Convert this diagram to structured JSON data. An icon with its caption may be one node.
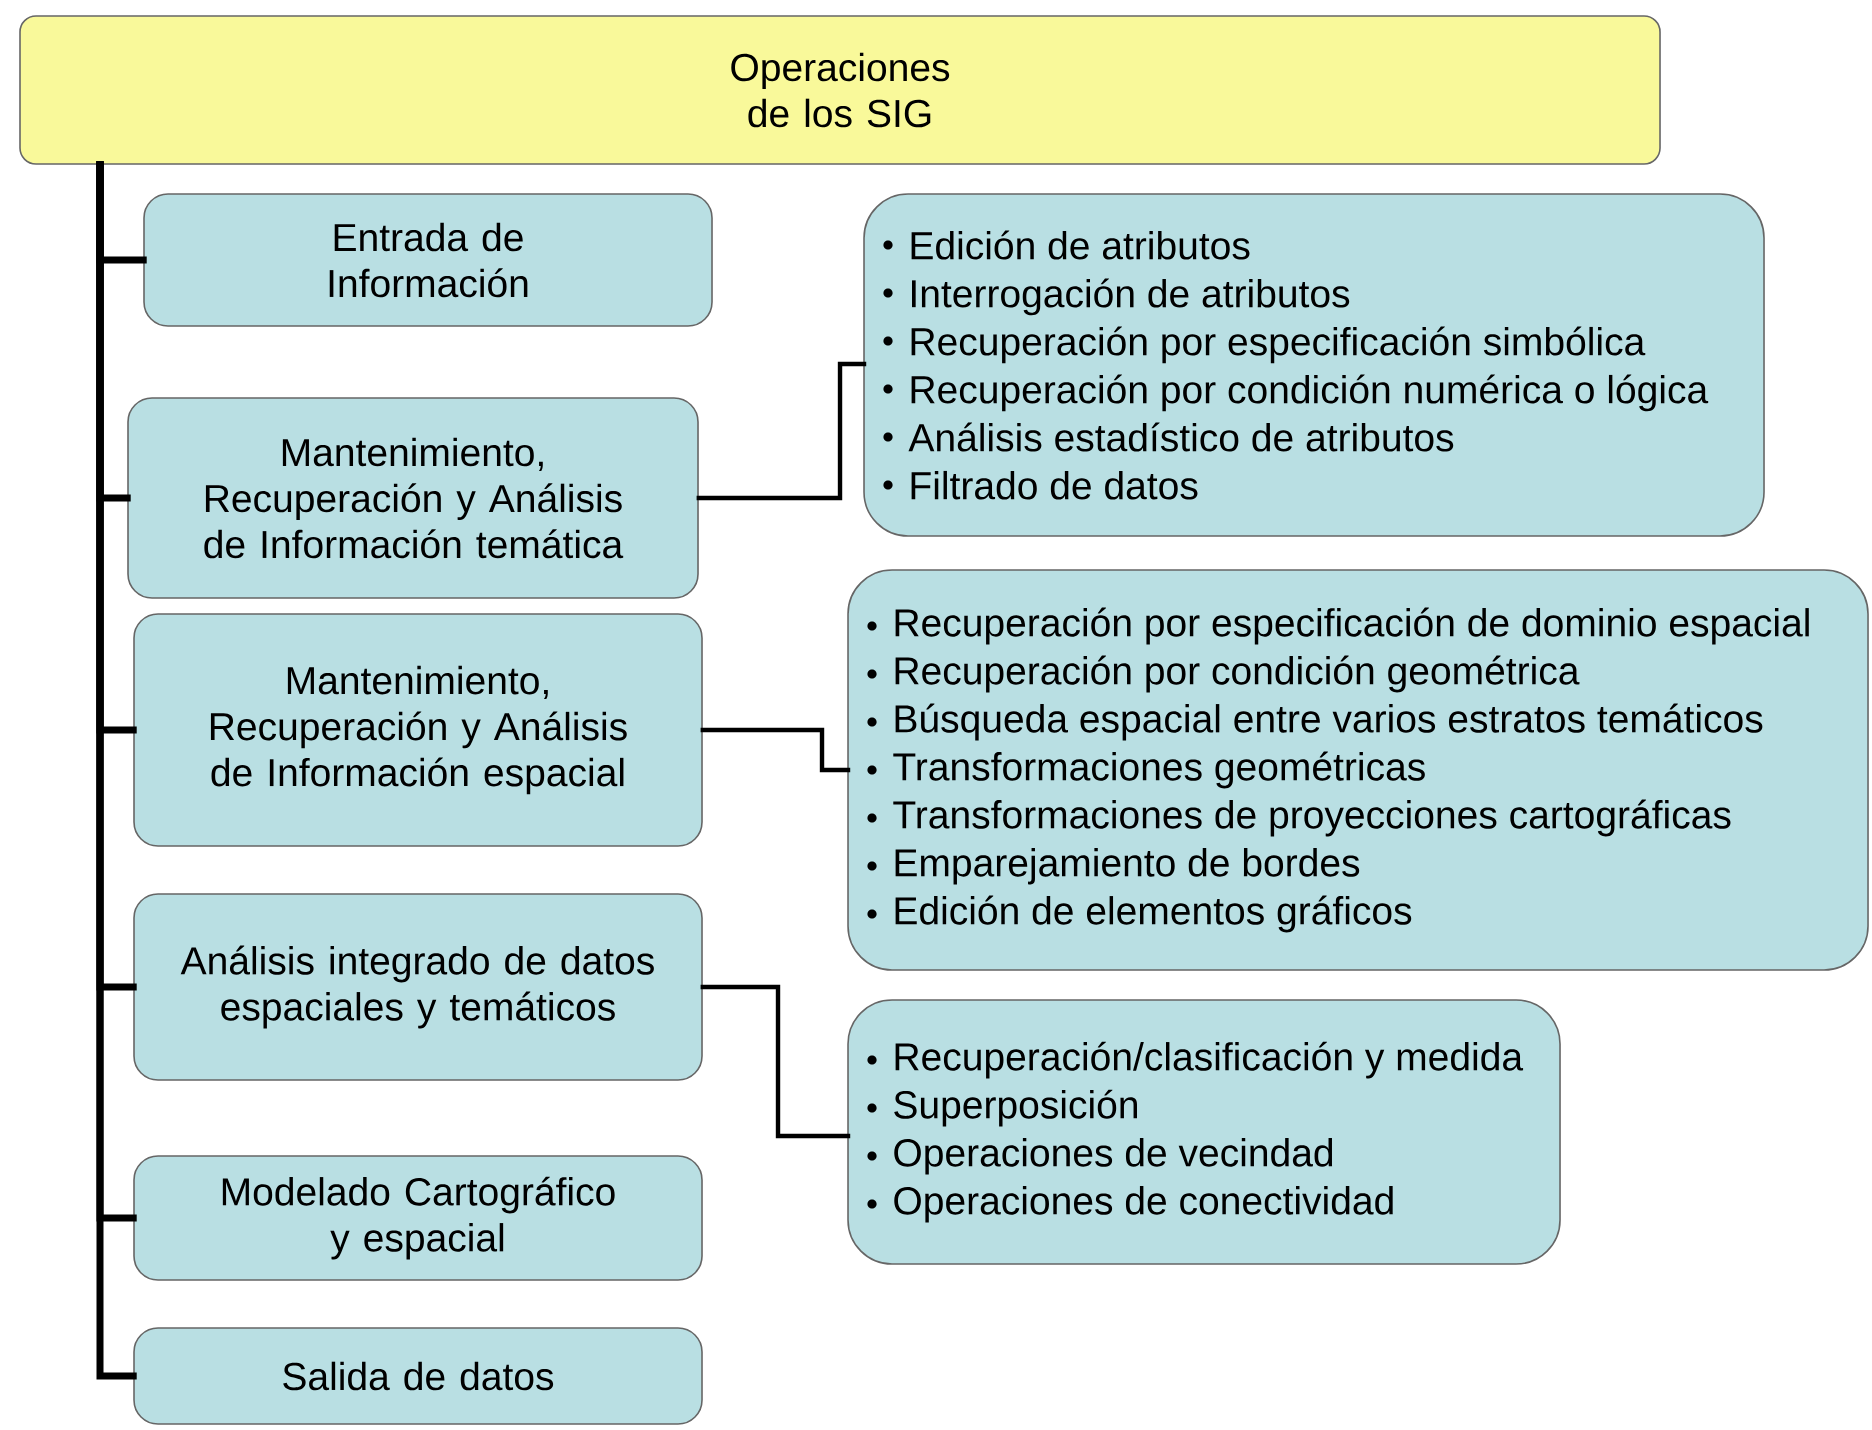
{
  "diagram": {
    "nodes": [
      {
        "text": [
          "Operaciones de los SIG"
        ]
      },
      {
        "text": [
          "Entrada de Información"
        ]
      },
      {
        "text": [
          "Mantenimiento, Recuperación y Análisis de Información temática"
        ]
      },
      {
        "text": [
          "Mantenimiento, Recuperación y Análisis de Información espacial"
        ]
      },
      {
        "text": [
          "Análisis integrado de datos espaciales y temáticos"
        ]
      },
      {
        "text": [
          "Modelado Cartográfico y espacial"
        ]
      },
      {
        "text": [
          "Salida de datos"
        ]
      },
      {
        "text": [
          "Edición de atributos",
          "Interrogación de atributos",
          "Recuperación por especificación simbólica",
          "Recuperación por condición numérica o lógica",
          "Análisis estadístico de atributos",
          "Filtrado de datos"
        ]
      },
      {
        "text": [
          "Recuperación por especificación de dominio espacial",
          "Recuperación por condición geométrica",
          "Búsqueda espacial entre varios estratos temáticos",
          "Transformaciones geométricas",
          "Transformaciones de proyecciones cartográficas",
          "Emparejamiento de bordes",
          "Edición de elementos gráficos"
        ]
      },
      {
        "text": [
          "Recuperación/clasificación y medida",
          "Superposición",
          "Operaciones de vecindad",
          "Operaciones de conectividad"
        ]
      }
    ],
    "edges": [
      {
        "from": 0,
        "to": 1,
        "arrow": "none"
      },
      {
        "from": 0,
        "to": 2,
        "arrow": "none"
      },
      {
        "from": 0,
        "to": 3,
        "arrow": "none"
      },
      {
        "from": 0,
        "to": 4,
        "arrow": "none"
      },
      {
        "from": 0,
        "to": 5,
        "arrow": "none"
      },
      {
        "from": 0,
        "to": 6,
        "arrow": "none"
      },
      {
        "from": 2,
        "to": 7,
        "arrow": "none"
      },
      {
        "from": 3,
        "to": 8,
        "arrow": "none"
      },
      {
        "from": 4,
        "to": 9,
        "arrow": "none"
      }
    ]
  }
}
